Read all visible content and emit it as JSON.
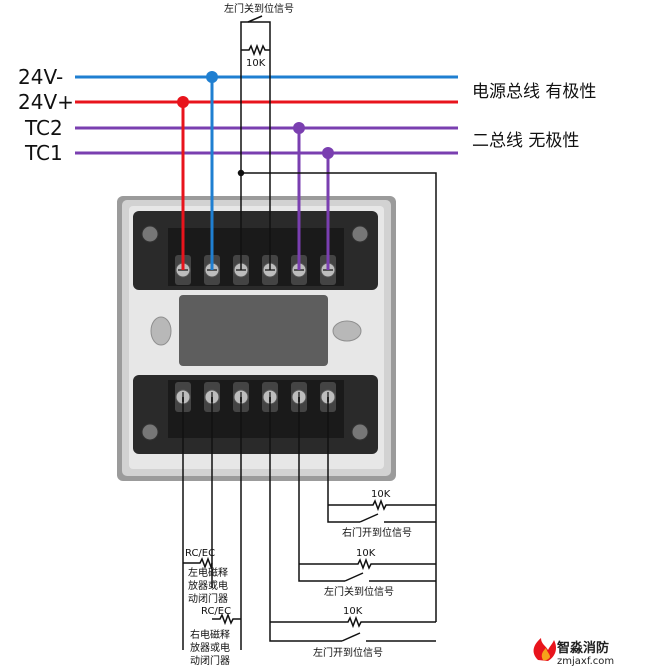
{
  "bus_lines": {
    "v24_minus": "24V-",
    "v24_plus": "24V+",
    "tc2": "TC2",
    "tc1": "TC1",
    "power_bus_label": "电源总线 有极性",
    "two_bus_label": "二总线 无极性"
  },
  "signals": {
    "left_door_closed_top": "左门关到位信号",
    "right_door_open": "右门开到位信号",
    "left_door_closed": "左门关到位信号",
    "left_door_open": "左门开到位信号"
  },
  "resistors": {
    "top": "10K",
    "r1": "10K",
    "r2": "10K",
    "r3": "10K"
  },
  "left_releaser": {
    "code": "RC/EC",
    "line1": "左电磁释",
    "line2": "放器或电",
    "line3": "动闭门器"
  },
  "right_releaser": {
    "code": "RC/EC",
    "line1": "右电磁释",
    "line2": "放器或电",
    "line3": "动闭门器"
  },
  "watermark": {
    "name": "智淼消防",
    "url": "zmjaxf.com"
  },
  "colors": {
    "v24_minus": "#1f7fd1",
    "v24_plus": "#e8141c",
    "tc_bus": "#7a3fb0",
    "signal_wire": "#111111",
    "module_body": "#c9c9c9"
  }
}
